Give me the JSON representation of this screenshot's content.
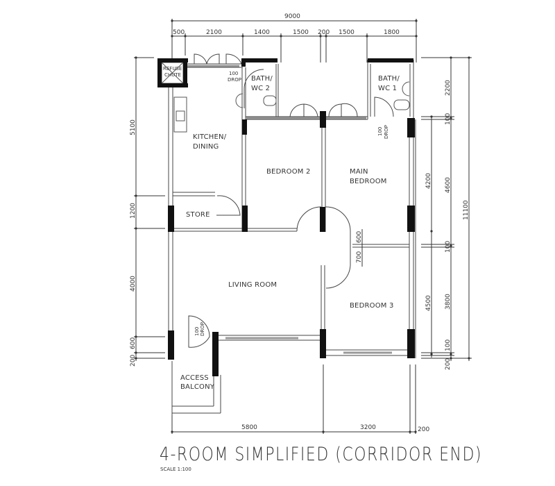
{
  "drawing": {
    "title": "4-ROOM SIMPLIFIED (CORRIDOR END)",
    "scale": "SCALE  1:100"
  },
  "rooms": {
    "refuse_chute": [
      "REFUSE",
      "CHUTE"
    ],
    "kitchen": [
      "KITCHEN/",
      "DINING"
    ],
    "bath2": [
      "BATH/",
      "WC  2"
    ],
    "bath1": [
      "BATH/",
      "WC  1"
    ],
    "bedroom2": "BEDROOM  2",
    "main_bedroom": [
      "MAIN",
      "BEDROOM"
    ],
    "store": "STORE",
    "living_room": "LIVING  ROOM",
    "bedroom3": "BEDROOM  3",
    "access_balcony": [
      "ACCESS",
      "BALCONY"
    ]
  },
  "annotations": {
    "drop_bath2": [
      "100",
      "DROP"
    ],
    "drop_bath1": [
      "100",
      "DROP"
    ],
    "drop_entry": [
      "100",
      "DROP"
    ]
  },
  "dimensions": {
    "top_overall": "9000",
    "top_segments": [
      "500",
      "2100",
      "1400",
      "1500",
      "200",
      "1500",
      "1800"
    ],
    "left_segments": [
      "5100",
      "1200",
      "4000",
      "600",
      "200"
    ],
    "right_inner": [
      "4200",
      "4500"
    ],
    "right_middle": [
      "2200",
      "100",
      "4600",
      "100",
      "3800",
      "100",
      "200"
    ],
    "right_overall": "11100",
    "bottom_segments": [
      "5800",
      "3200",
      "200"
    ],
    "corridor_gap": [
      "600",
      "700"
    ]
  }
}
